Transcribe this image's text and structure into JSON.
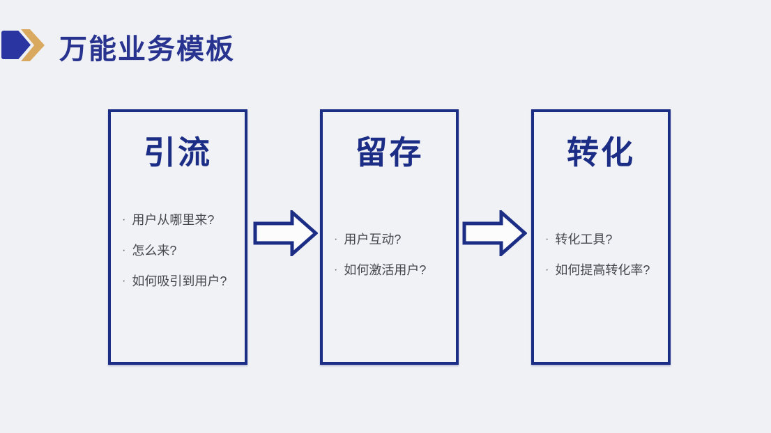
{
  "slide": {
    "title": "万能业务模板",
    "stages": [
      {
        "title": "引流",
        "bullets": [
          "用户从哪里来?",
          "怎么来?",
          "如何吸引到用户?"
        ]
      },
      {
        "title": "留存",
        "bullets": [
          "用户互动?",
          "如何激活用户?"
        ]
      },
      {
        "title": "转化",
        "bullets": [
          "转化工具?",
          "如何提高转化率?"
        ]
      }
    ],
    "bullet_glyph": "·",
    "icons": [
      "title-pentagon-arrow-icon",
      "title-chevron-icon",
      "flow-arrow-icon"
    ],
    "colors": {
      "background": "#eff1f4",
      "box_border": "#1c2d86",
      "box_title": "#1c2d86",
      "slide_title": "#27338f",
      "deco_blue": "#2a35a2",
      "deco_gold": "#d9a95f",
      "bullet_text": "#45474e",
      "arrow_fill": "#fcfcfd"
    }
  }
}
